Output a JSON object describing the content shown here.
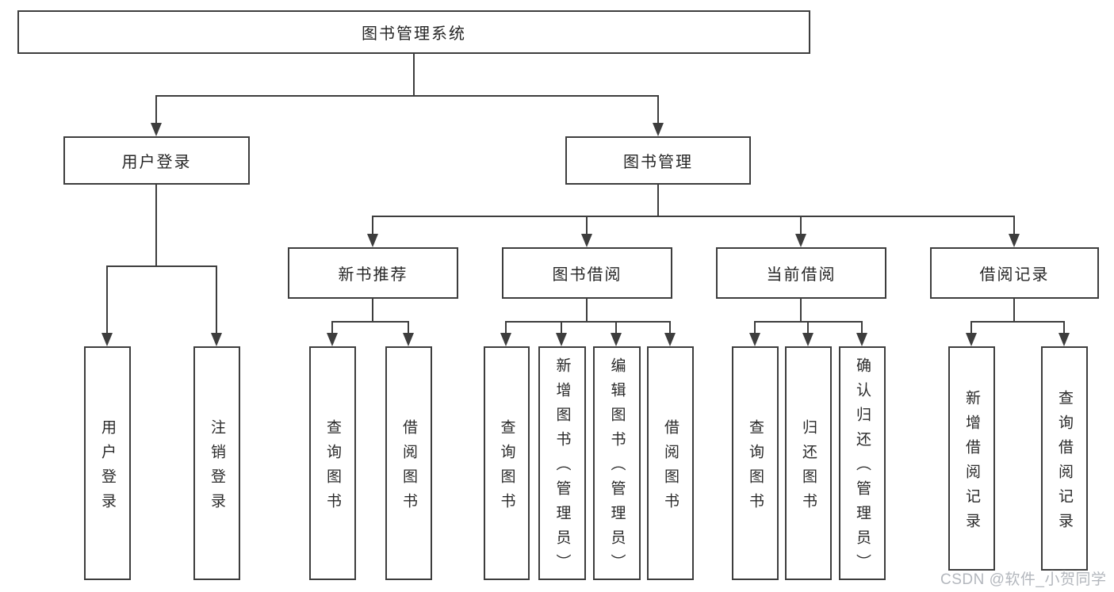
{
  "tree": {
    "root": {
      "label": "图书管理系统"
    },
    "branches": [
      {
        "label": "用户登录",
        "children": [
          {
            "label": "用户登录"
          },
          {
            "label": "注销登录"
          }
        ]
      },
      {
        "label": "图书管理",
        "sections": [
          {
            "label": "新书推荐",
            "children": [
              {
                "label": "查询图书"
              },
              {
                "label": "借阅图书"
              }
            ]
          },
          {
            "label": "图书借阅",
            "children": [
              {
                "label": "查询图书"
              },
              {
                "label": "新增图书（管理员）"
              },
              {
                "label": "编辑图书（管理员）"
              },
              {
                "label": "借阅图书"
              }
            ]
          },
          {
            "label": "当前借阅",
            "children": [
              {
                "label": "查询图书"
              },
              {
                "label": "归还图书"
              },
              {
                "label": "确认归还（管理员）"
              }
            ]
          },
          {
            "label": "借阅记录",
            "children": [
              {
                "label": "新增借阅记录"
              },
              {
                "label": "查询借阅记录"
              }
            ]
          }
        ]
      }
    ]
  },
  "watermark": {
    "text": "CSDN @软件_小贺同学"
  },
  "colors": {
    "line": "#3d3d3d",
    "box_border": "#3d3d3d",
    "text": "#262626",
    "background": "#ffffff",
    "watermark": "#b3b7bd"
  }
}
